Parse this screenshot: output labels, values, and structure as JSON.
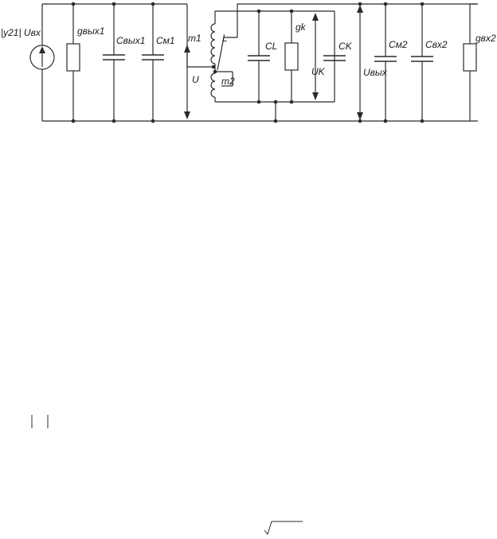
{
  "diagram": {
    "labels": {
      "source": "|y21| Uвх",
      "g_out1": "gвых1",
      "c_out1": "Cвых1",
      "c_m1": "Cм1",
      "m1": "m1",
      "L": "L",
      "U": "U",
      "m2": "m2",
      "C_L": "CL",
      "g_k": "gk",
      "U_K": "UK",
      "C_K": "CK",
      "U_out": "Uвых",
      "C_m2": "Cм2",
      "C_in2": "Cвх2",
      "g_in2": "gвх2"
    }
  }
}
